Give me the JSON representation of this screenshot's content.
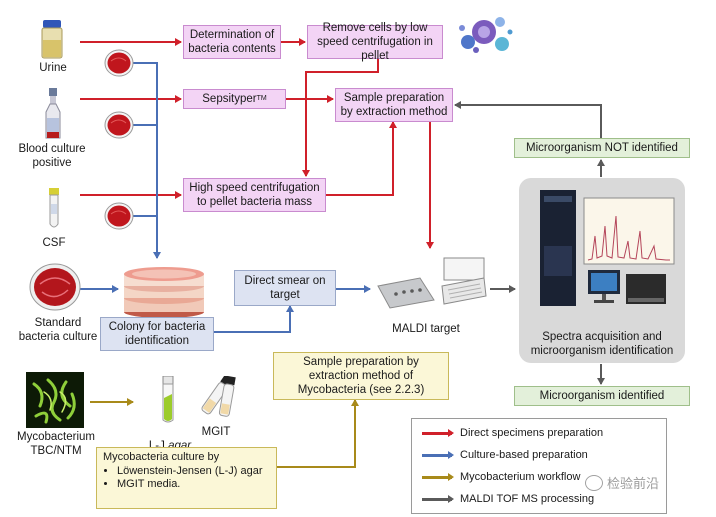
{
  "specimens": {
    "urine": "Urine",
    "blood": "Blood culture\npositive",
    "csf": "CSF",
    "standard": "Standard\nbacteria culture",
    "myco": "Mycobacterium\nTBC/NTM"
  },
  "boxes": {
    "determination": "Determination of bacteria contents",
    "remove_cells": "Remove cells by low speed centrifugation in pellet",
    "sepsityper": "Sepsityper",
    "sepsityper_tm": "TM",
    "sample_prep": "Sample preparation by extraction method",
    "high_speed": "High speed centrifugation to pellet bacteria mass",
    "colony": "Colony for bacteria identification",
    "direct_smear": "Direct smear on target",
    "myco_prep": "Sample preparation by extraction method of Mycobacteria (see 2.2.3)",
    "not_identified": "Microorganism NOT identified",
    "identified": "Microorganism identified",
    "spectra": "Spectra acquisition and microorganism identification"
  },
  "labels": {
    "maldi_target": "MALDI target",
    "lj_agar_prefix": "L-J ",
    "lj_agar_italic": "agar",
    "mgit": "MGIT"
  },
  "myco_culture": {
    "title": "Mycobacteria culture by",
    "items": [
      "Löwenstein-Jensen (L-J) agar",
      "MGIT media."
    ]
  },
  "legend": {
    "items": [
      {
        "label": "Direct specimens preparation",
        "color": "#d0202a"
      },
      {
        "label": "Culture-based preparation",
        "color": "#4a6fb5"
      },
      {
        "label": "Mycobacterium workflow",
        "color": "#a88a1a"
      },
      {
        "label": "MALDI TOF MS processing",
        "color": "#5a5a5a"
      }
    ]
  },
  "watermark": "检验前沿",
  "colors": {
    "red": "#d0202a",
    "blue": "#4a6fb5",
    "gold": "#a88a1a",
    "gray": "#5a5a5a"
  }
}
